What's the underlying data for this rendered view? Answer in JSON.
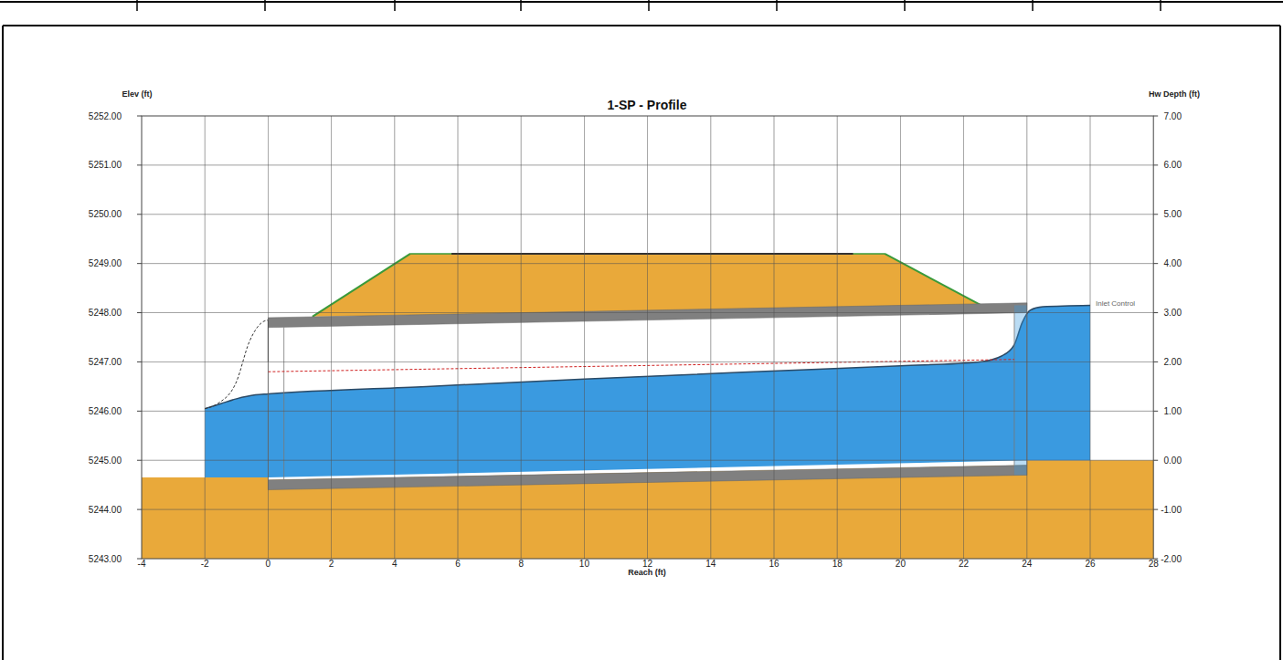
{
  "diagram": {
    "title": "1-SP - Profile",
    "labels": [
      "Elev (ft)",
      "Hw Depth (ft)",
      "Reach (ft)",
      "Inlet Control",
      "5252.00",
      "5251.00",
      "5250.00",
      "5249.00",
      "5248.00",
      "5247.00",
      "5246.00",
      "5245.00",
      "5244.00",
      "5243.00",
      "7.00",
      "6.00",
      "5.00",
      "4.00",
      "3.00",
      "2.00",
      "1.00",
      "0.00",
      "-1.00",
      "-2.00",
      "-4",
      "-2",
      "0",
      "2",
      "4",
      "6",
      "8",
      "10",
      "12",
      "14",
      "16",
      "18",
      "20",
      "22",
      "24",
      "26",
      "28"
    ]
  }
}
